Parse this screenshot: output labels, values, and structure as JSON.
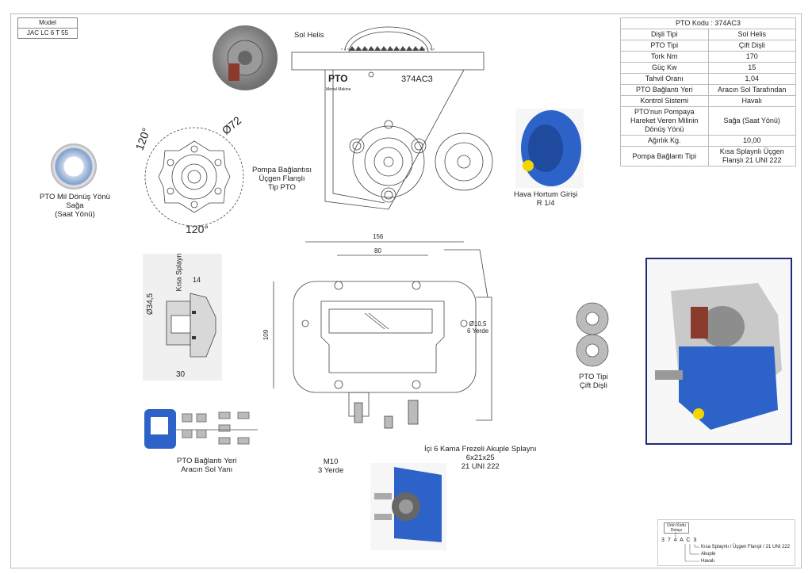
{
  "model": {
    "header": "Model",
    "value": "JAC LC 6 T 55"
  },
  "labels": {
    "sol_helis": "Sol Helis",
    "drawing_code": "374AC3",
    "logo_text": "PTO",
    "logo_sub": "Mertal Makina",
    "angle_top": "120°",
    "diam_72": "Ø72",
    "angle_bottom": "120°",
    "pompa_baglantisi": [
      "Pompa Bağlantısı",
      "Üçgen Flanşlı",
      "Tip PTO"
    ],
    "mil_donus": [
      "PTO Mil Dönüş Yönü",
      "Sağa",
      "(Saat Yönü)"
    ],
    "hava_hortum": [
      "Hava Hortum Girişi",
      "R 1/4"
    ],
    "kisa_splayn": "Kısa Splayn",
    "dim_14": "14",
    "dim_345": "Ø34,5",
    "dim_30": "30",
    "dim_156": "156",
    "dim_80": "80",
    "dim_109": "109",
    "dim_105": [
      "Ø10,5",
      "6 Yerde"
    ],
    "pto_baglanti_yeri": [
      "PTO Bağlantı Yeri",
      "Aracın Sol Yanı"
    ],
    "m10": [
      "M10",
      "3 Yerde"
    ],
    "ici_6_kama": [
      "İçi 6 Kama Frezeli Akuple Splaynı",
      "6x21x25",
      "21 UNI 222"
    ],
    "pto_tipi": [
      "PTO Tipi",
      "Çift Dişli"
    ]
  },
  "spec_table": [
    {
      "k": "PTO Kodu   :  374AC3",
      "v": "",
      "span": true
    },
    {
      "k": "Dişli Tipi",
      "v": "Sol Helis"
    },
    {
      "k": "PTO Tipi",
      "v": "Çift Dişli"
    },
    {
      "k": "Tork Nm",
      "v": "170"
    },
    {
      "k": "Güç Kw",
      "v": "15"
    },
    {
      "k": "Tahvil Oranı",
      "v": "1,04"
    },
    {
      "k": "PTO Bağlantı Yeri",
      "v": "Aracın Sol Tarafından"
    },
    {
      "k": "Kontrol Sistemi",
      "v": "Havalı"
    },
    {
      "k": "PTO'nun Pompaya Hareket Veren Milinin Dönüş Yönü",
      "v": "Sağa (Saat Yönü)"
    },
    {
      "k": "Ağırlık Kg.",
      "v": "10,00"
    },
    {
      "k": "Pompa Bağlantı Tipi",
      "v": "Kısa Splaynlı Üçgen Flanşlı 21 UNI 222"
    }
  ],
  "code_detail": {
    "title": "Ürün Kodu Detayı",
    "chars": "3 7 4 A C 3",
    "line1": "Kısa Splaynlı / Üçgen Flanşlı / 21 UNI 222",
    "line2": "Akuple",
    "line3": "Havalı"
  },
  "colors": {
    "accent": "#2d63c8",
    "line": "#444444",
    "photo_border": "#1f2a7a"
  }
}
